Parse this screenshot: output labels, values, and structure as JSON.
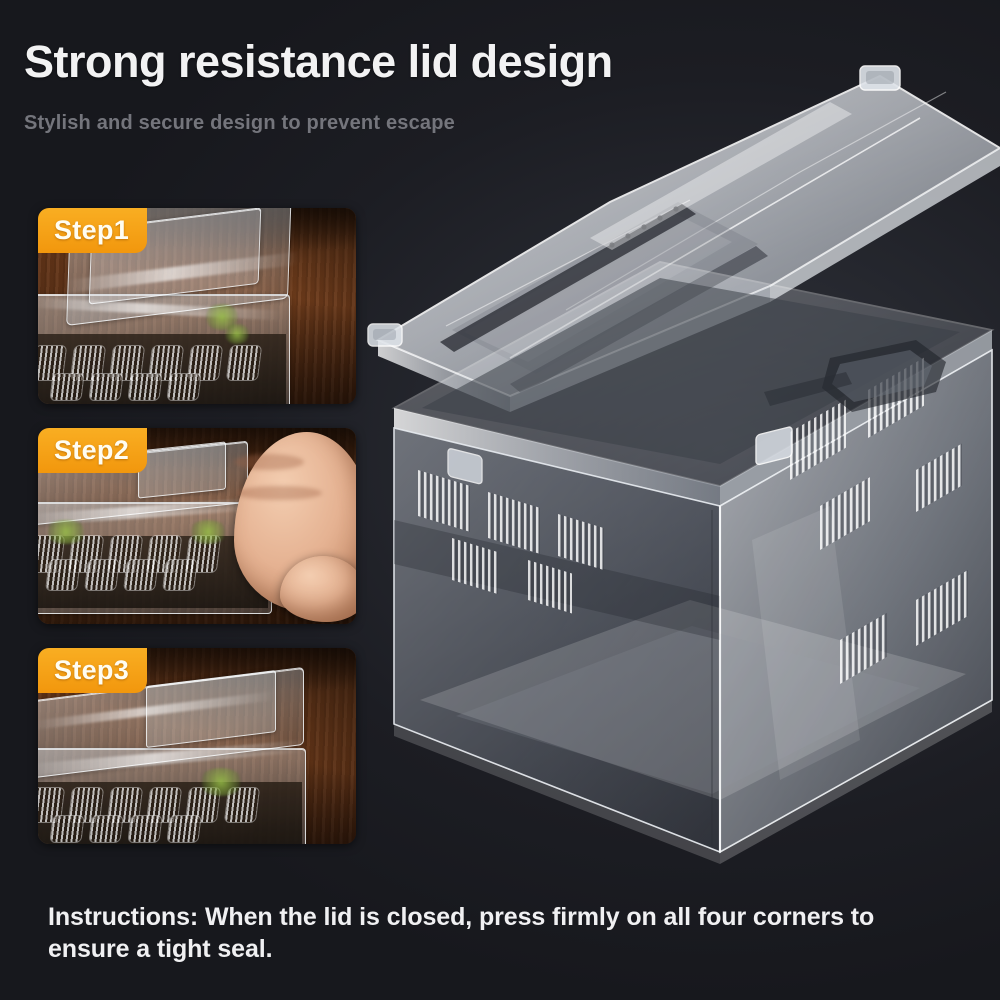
{
  "header": {
    "title": "Strong resistance lid design",
    "subtitle": "Stylish and secure design to prevent escape"
  },
  "steps": [
    {
      "badge": "Step1",
      "scene": "clear plastic terrarium with lid open on wooden table"
    },
    {
      "badge": "Step2",
      "scene": "hand pressing down on the terrarium lid"
    },
    {
      "badge": "Step3",
      "scene": "terrarium lid fully closed and sealed"
    }
  ],
  "hero": {
    "alt": "transparent acrylic reptile terrarium with hinged lid lifted above the vented box"
  },
  "footer": {
    "instructions": "Instructions: When the lid is closed, press firmly on all four corners to ensure a tight seal."
  },
  "colors": {
    "background": "#1b1c21",
    "badge_orange": "#f5a318",
    "title_text": "#f2f2f3",
    "subtitle_text": "#74757c",
    "footer_text": "#f0f0f2"
  }
}
